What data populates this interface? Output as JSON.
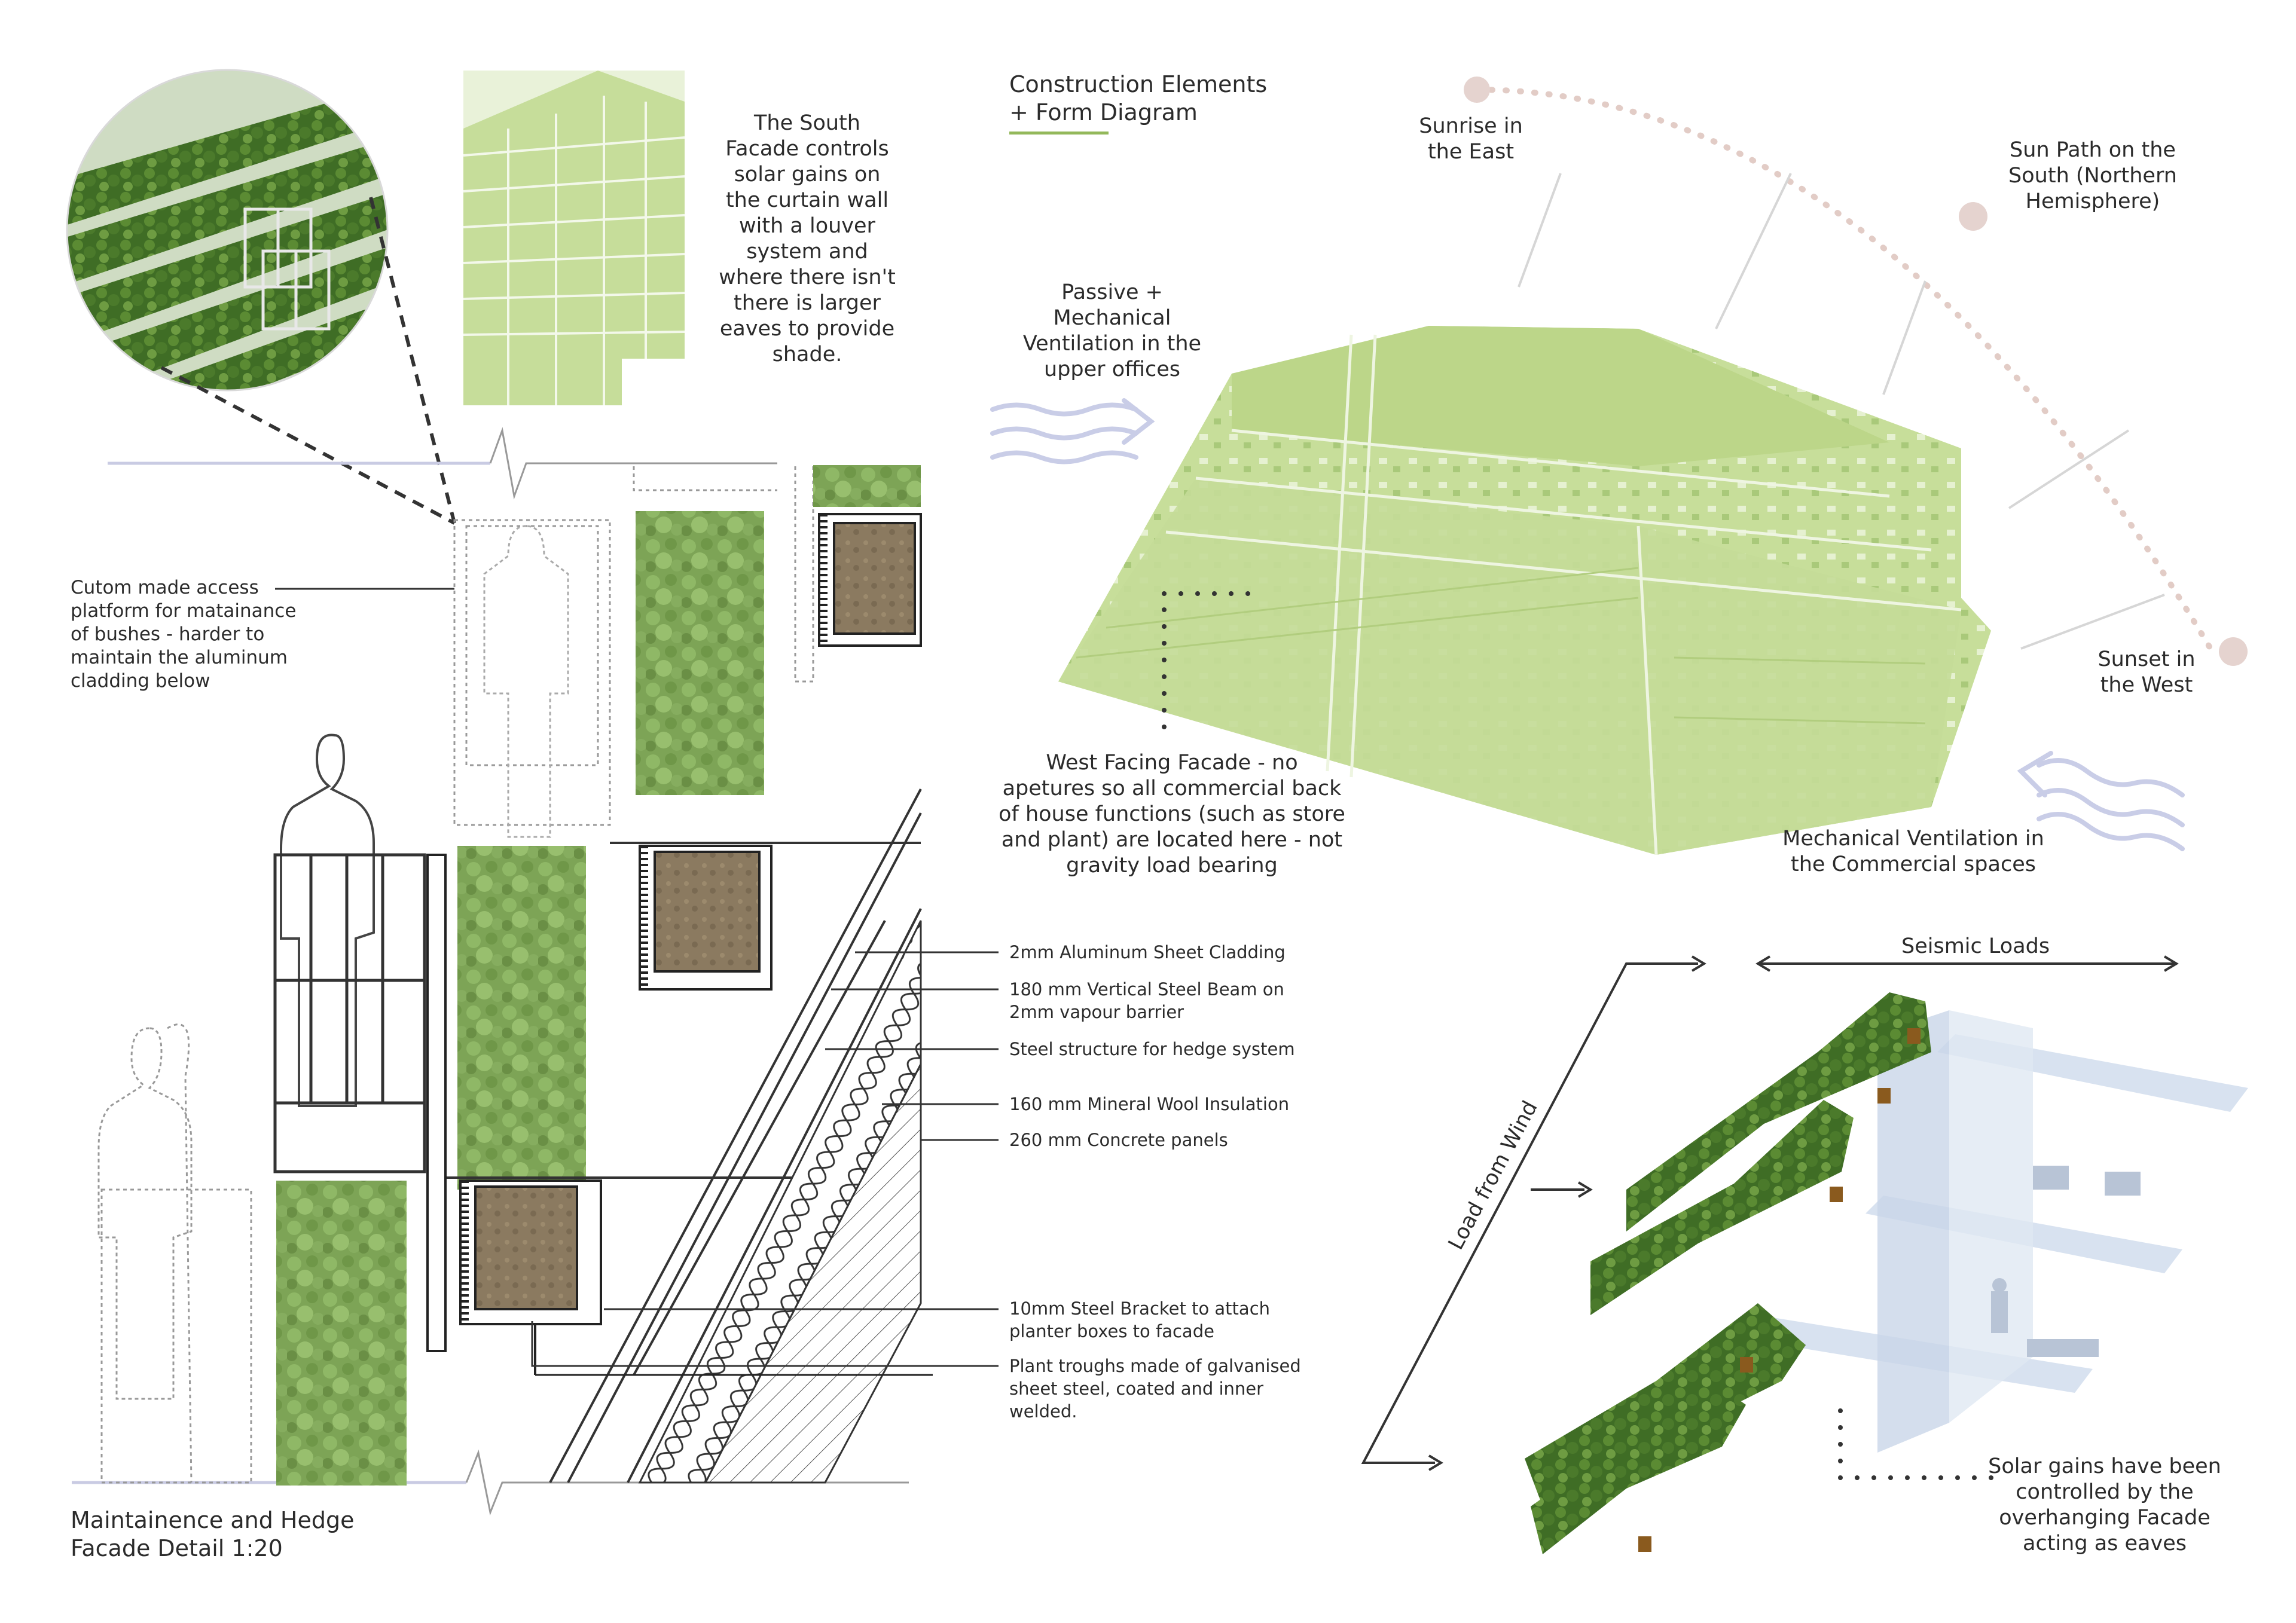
{
  "header": {
    "title_line1": "Construction Elements",
    "title_line2": "+ Form Diagram"
  },
  "notes": {
    "south_facade": [
      "The South",
      "Facade controls",
      "solar gains on",
      "the curtain wall",
      "with a louver",
      "system and",
      "where there isn't",
      "there is larger",
      "eaves to provide",
      "shade."
    ],
    "access_platform": [
      "Cutom made access",
      "platform for matainance",
      "of bushes - harder to",
      "maintain the aluminum",
      "cladding below"
    ],
    "detail_title": [
      "Maintainence and Hedge",
      "Facade Detail 1:20"
    ],
    "passive_ventilation": [
      "Passive +",
      "Mechanical",
      "Ventilation in the",
      "upper offices"
    ],
    "west_facade": [
      "West Facing Facade - no",
      "apetures so all commercial back",
      "of house functions (such as store",
      "and plant) are located here - not",
      "gravity load bearing"
    ],
    "mech_ventilation": [
      "Mechanical Ventilation in",
      "the Commercial spaces"
    ],
    "solar_gains": [
      "Solar gains have been",
      "controlled by the",
      "overhanging Facade",
      "acting as eaves"
    ]
  },
  "sun_path": {
    "sunrise": [
      "Sunrise in",
      "the East"
    ],
    "path": [
      "Sun Path on the",
      "South (Northern",
      "Hemisphere)"
    ],
    "sunset": [
      "Sunset in",
      "the West"
    ]
  },
  "section_labels": [
    {
      "lines": [
        "2mm Aluminum Sheet Cladding"
      ]
    },
    {
      "lines": [
        "180 mm Vertical Steel Beam on",
        "2mm vapour barrier"
      ]
    },
    {
      "lines": [
        "Steel structure for hedge system"
      ]
    },
    {
      "lines": [
        "160 mm Mineral Wool Insulation"
      ]
    },
    {
      "lines": [
        "260 mm Concrete panels"
      ]
    },
    {
      "lines": [
        "10mm Steel Bracket to attach",
        "planter boxes to facade"
      ]
    },
    {
      "lines": [
        "Plant troughs made of galvanised",
        "sheet steel, coated and inner",
        "welded."
      ]
    }
  ],
  "loads": {
    "seismic": "Seismic Loads",
    "wind": "Load from Wind"
  },
  "colors": {
    "hedge_green": "#5e8a3a",
    "building_green": "#c4dc97",
    "sun_dot": "#e7d4d0",
    "air_arrow": "#c8cce6",
    "accent_underline": "#93b85a"
  },
  "icons": [
    "person-icon",
    "sun-icon",
    "air-flow-icon",
    "arrow-icon"
  ]
}
